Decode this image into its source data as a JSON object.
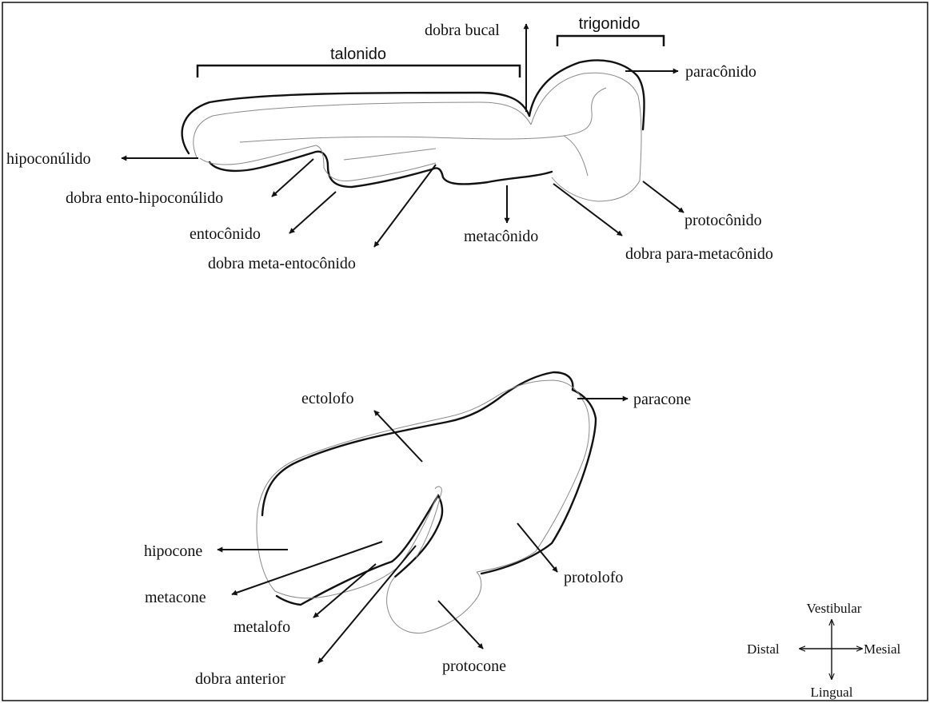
{
  "upper_tooth": {
    "brackets": {
      "talonido": "talonido",
      "trigonido": "trigonido"
    },
    "labels": {
      "dobra_bucal": "dobra bucal",
      "paraconido": "paracônido",
      "hipoconulido": "hipoconúlido",
      "dobra_ento_hipoconulido": "dobra ento-hipoconúlido",
      "entoconido": "entocônido",
      "dobra_meta_entoconido": "dobra meta-entocônido",
      "metaconido": "metacônido",
      "protoconido": "protocônido",
      "dobra_para_metaconido": "dobra para-metacônido"
    }
  },
  "lower_tooth": {
    "labels": {
      "ectolofo": "ectolofo",
      "paracone": "paracone",
      "hipocone": "hipocone",
      "metacone": "metacone",
      "metalofo": "metalofo",
      "dobra_anterior": "dobra anterior",
      "protocone": "protocone",
      "protolofo": "protolofo"
    }
  },
  "orientation": {
    "vestibular": "Vestibular",
    "distal": "Distal",
    "mesial": "Mesial",
    "lingual": "Lingual"
  }
}
